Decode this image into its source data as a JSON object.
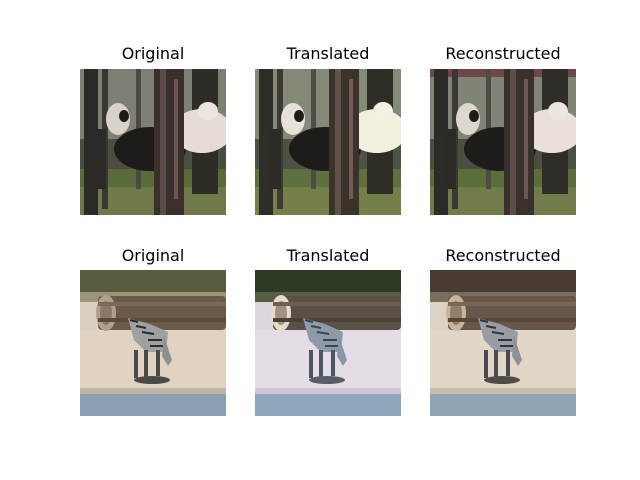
{
  "panels": [
    {
      "title": "Original",
      "scene": "horses-in-forest",
      "variant": "original"
    },
    {
      "title": "Translated",
      "scene": "horses-in-forest",
      "variant": "translated"
    },
    {
      "title": "Reconstructed",
      "scene": "horses-in-forest",
      "variant": "reconstructed"
    },
    {
      "title": "Original",
      "scene": "zebra-by-log",
      "variant": "original"
    },
    {
      "title": "Translated",
      "scene": "zebra-by-log",
      "variant": "translated"
    },
    {
      "title": "Reconstructed",
      "scene": "zebra-by-log",
      "variant": "reconstructed"
    }
  ]
}
